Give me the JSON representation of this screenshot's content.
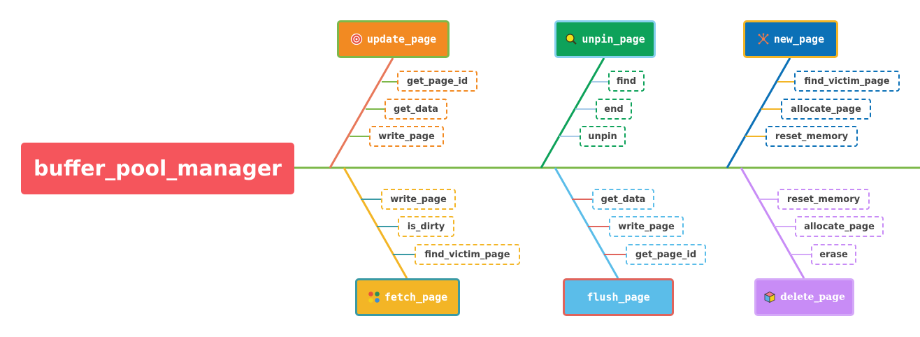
{
  "root": {
    "label": "buffer_pool_manager"
  },
  "branches": {
    "update_page": {
      "label": "update_page",
      "icon": "target-icon",
      "children": [
        "get_page_id",
        "get_data",
        "write_page"
      ]
    },
    "unpin_page": {
      "label": "unpin_page",
      "icon": "magnifier-icon",
      "children": [
        "find",
        "end",
        "unpin"
      ]
    },
    "new_page": {
      "label": "new_page",
      "icon": "network-icon",
      "children": [
        "find_victim_page",
        "allocate_page",
        "reset_memory"
      ]
    },
    "fetch_page": {
      "label": "fetch_page",
      "icon": "grid-icon",
      "children": [
        "write_page",
        "is_dirty",
        "find_victim_page"
      ]
    },
    "flush_page": {
      "label": "flush_page",
      "icon": "",
      "children": [
        "get_data",
        "write_page",
        "get_page_id"
      ]
    },
    "delete_page": {
      "label": "delete_page",
      "icon": "cube-icon",
      "children": [
        "reset_memory",
        "allocate_page",
        "erase"
      ]
    }
  },
  "colors": {
    "spine": "#7db84a",
    "root": "#f5555c",
    "update_page": "#f28a22",
    "unpin_page": "#0ea25a",
    "new_page": "#0c71b7",
    "fetch_page": "#f3b526",
    "flush_page": "#5bbde9",
    "delete_page": "#c88cf6"
  }
}
